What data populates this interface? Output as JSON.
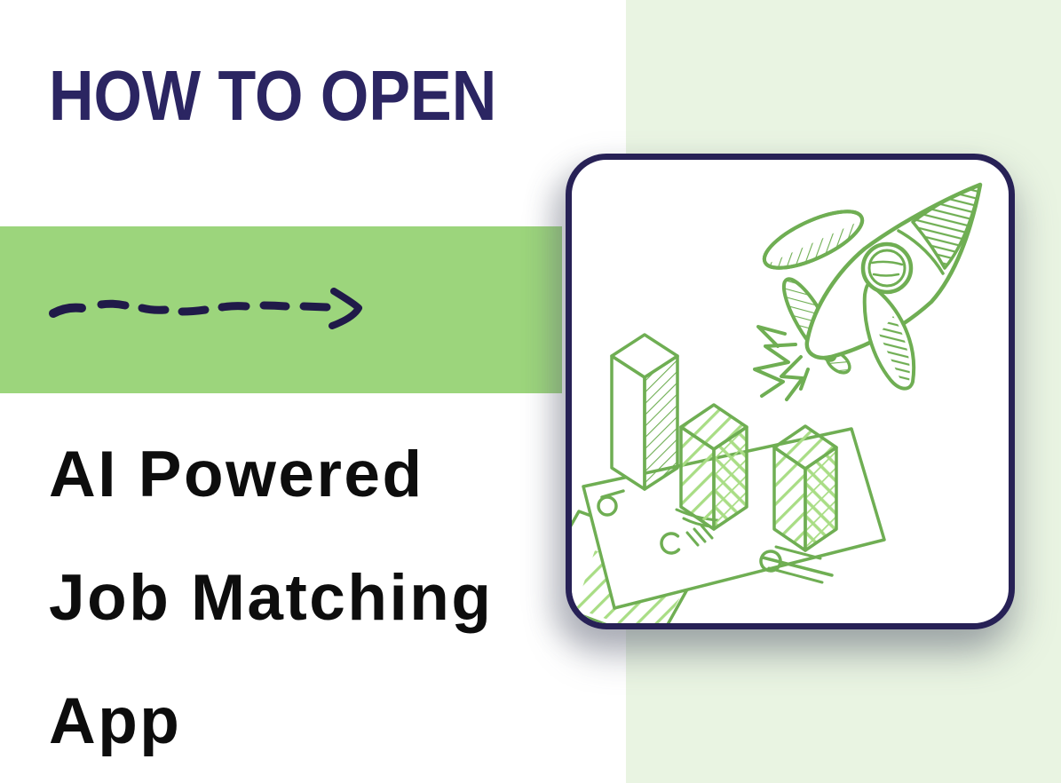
{
  "heading": {
    "text": "HOW TO OPEN"
  },
  "subtitle": {
    "lines": [
      "AI Powered",
      "Job Matching",
      "App"
    ]
  },
  "arrow": {
    "direction": "right",
    "style": "hand-drawn dashed arrow"
  },
  "illustration": {
    "description": "Hand-drawn green sketch: rocket launching above a 3D bar chart standing on banknotes",
    "items": [
      "rocket",
      "3d-bar-chart",
      "banknotes"
    ]
  },
  "colors": {
    "bandGreen": "#9cd57c",
    "panelGreen": "#e9f4e2",
    "navy": "#272156",
    "headingNavy": "#2b2562",
    "ink": "#0d0d0d",
    "sketchGreen": "#6fae53",
    "sketchLight": "#a9dd85"
  }
}
